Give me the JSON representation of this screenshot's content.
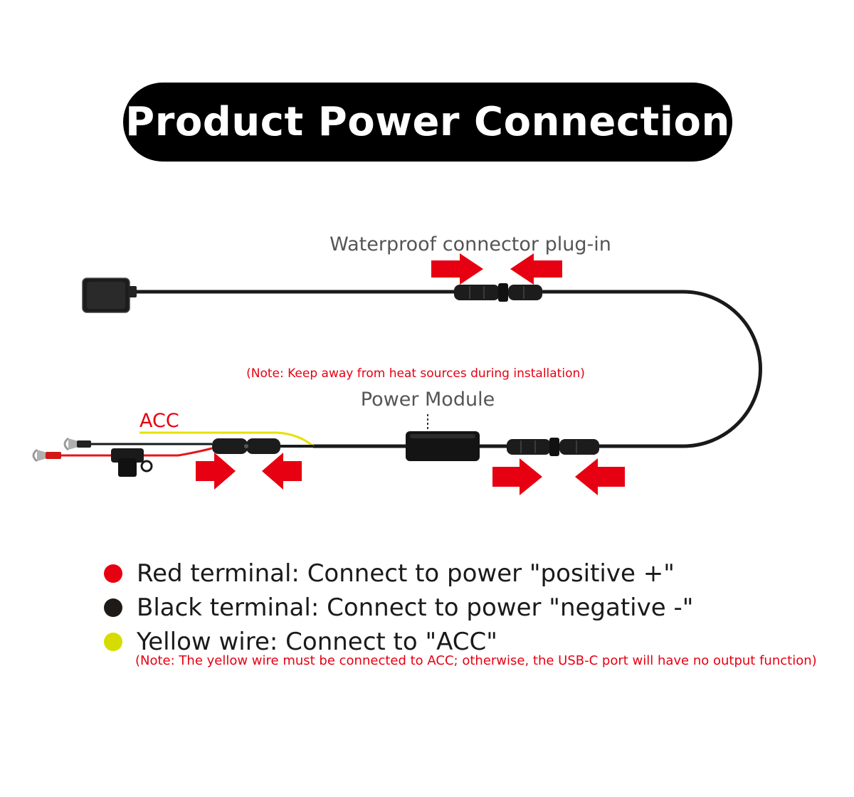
{
  "title": "Product Power Connection",
  "colors": {
    "red": "#e60012",
    "black_dot": "#1e1a17",
    "yellow_dot": "#d6dc00",
    "cable": "#1a1a1a",
    "yellow_wire": "#e8e000",
    "red_wire": "#e3161b",
    "label_gray": "#555555"
  },
  "diagram": {
    "waterproof_label": "Waterproof connector plug-in",
    "heat_note": "(Note: Keep away from heat sources during installation)",
    "power_module_label": "Power Module",
    "acc_label": "ACC",
    "components": {
      "usb_port": "usb-c-socket",
      "connector_top": "waterproof-connector",
      "power_module": "power-module-box",
      "connector_bottom": "waterproof-connector",
      "inline_connector": "inline-connector",
      "fuse_holder": "fuse-holder",
      "terminals": "fork-terminals"
    }
  },
  "legend": {
    "items": [
      {
        "label": "Red terminal: Connect to power \"positive +\"",
        "color": "#e60012"
      },
      {
        "label": "Black terminal: Connect to power \"negative -\"",
        "color": "#1e1a17"
      },
      {
        "label": "Yellow wire: Connect to \"ACC\"",
        "color": "#d6dc00"
      }
    ],
    "note": "(Note: The yellow wire must be connected to ACC; otherwise, the USB-C port will have no output function)"
  }
}
